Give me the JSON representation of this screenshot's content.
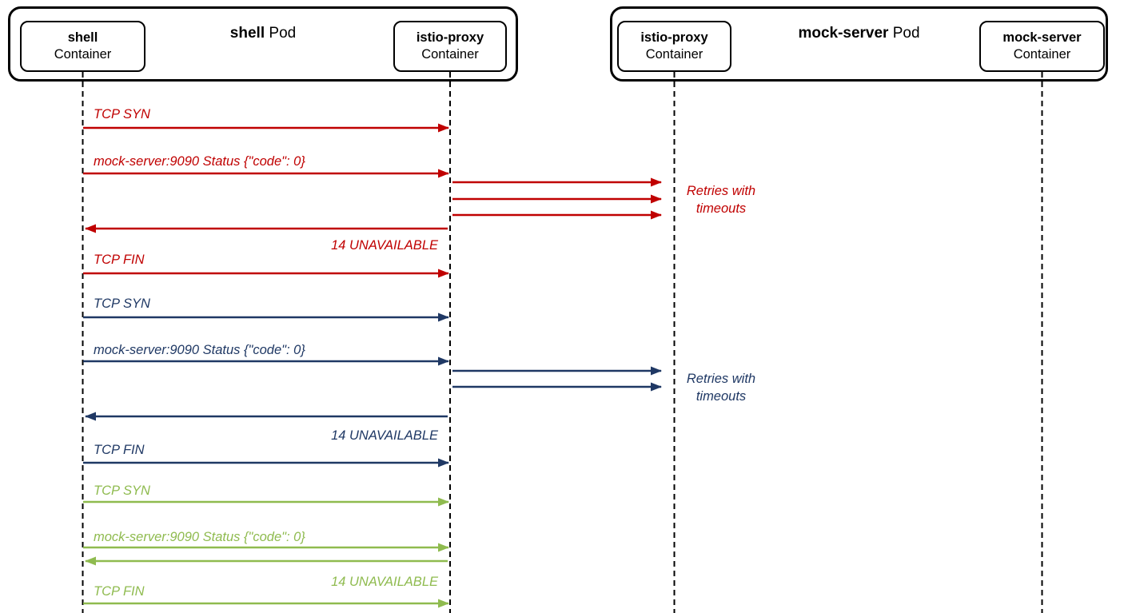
{
  "pods": [
    {
      "name": "shell",
      "type_label": "Pod",
      "containers": [
        {
          "name": "shell",
          "type_label": "Container"
        },
        {
          "name": "istio-proxy",
          "type_label": "Container"
        }
      ]
    },
    {
      "name": "mock-server",
      "type_label": "Pod",
      "containers": [
        {
          "name": "istio-proxy",
          "type_label": "Container"
        },
        {
          "name": "mock-server",
          "type_label": "Container"
        }
      ]
    }
  ],
  "colors": {
    "red": "#C00000",
    "navy": "#1F3864",
    "green": "#8FBB4F",
    "lifeline": "#000000"
  },
  "flows": [
    {
      "id": "attempt-1-red",
      "color": "#C00000",
      "messages": {
        "syn": "TCP SYN",
        "status": "mock-server:9090 Status {\"code\": 0}",
        "error": "14 UNAVAILABLE",
        "fin": "TCP FIN"
      },
      "retries": {
        "count": 3,
        "note_line1": "Retries with",
        "note_line2": "timeouts"
      }
    },
    {
      "id": "attempt-2-navy",
      "color": "#1F3864",
      "messages": {
        "syn": "TCP SYN",
        "status": "mock-server:9090 Status {\"code\": 0}",
        "error": "14 UNAVAILABLE",
        "fin": "TCP FIN"
      },
      "retries": {
        "count": 2,
        "note_line1": "Retries with",
        "note_line2": "timeouts"
      }
    },
    {
      "id": "attempt-3-green",
      "color": "#8FBB4F",
      "messages": {
        "syn": "TCP SYN",
        "status": "mock-server:9090 Status {\"code\": 0}",
        "error": "14 UNAVAILABLE",
        "fin": "TCP FIN"
      },
      "retries": {
        "count": 0
      }
    }
  ]
}
